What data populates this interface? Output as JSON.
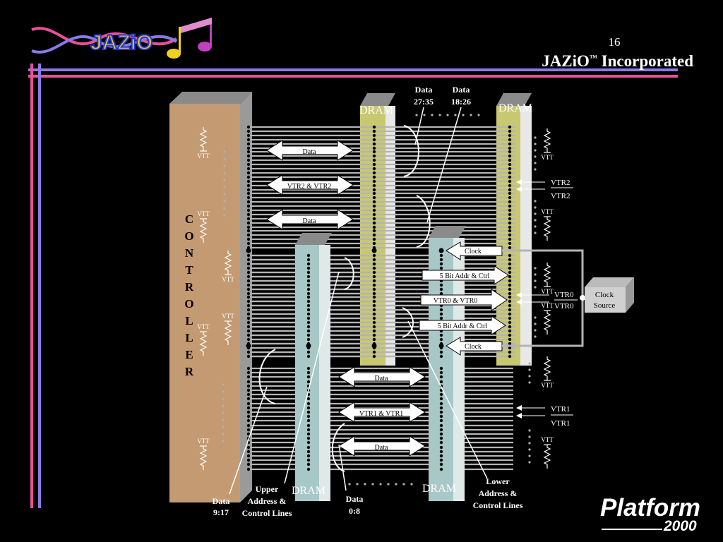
{
  "logo": {
    "text": "JAZiO"
  },
  "slide_number": "16",
  "company": {
    "name": "JAZiO",
    "tm": "™",
    "suffix": " Incorporated"
  },
  "platform": {
    "word": "Platform",
    "year": "2000"
  },
  "controller": {
    "letters": [
      "C",
      "O",
      "N",
      "T",
      "R",
      "O",
      "L",
      "L",
      "E",
      "R"
    ]
  },
  "dram": {
    "label": "DRAM"
  },
  "vtt": "VTT",
  "signals": {
    "data": "Data",
    "vtr2_pair": "VTR2 & VTR2",
    "vtr1_pair": "VTR1 & VTR1",
    "vtr0_pair": "VTR0 & VTR0",
    "clock": "Clock",
    "addr_ctrl": "5 Bit Addr & Ctrl"
  },
  "right_labels": {
    "vtr2": "VTR2",
    "vtr1": "VTR1",
    "vtr0": "VTR0"
  },
  "clock_source": {
    "line1": "Clock",
    "line2": "Source"
  },
  "callouts": {
    "data_27_35": {
      "line1": "Data",
      "line2": "27:35"
    },
    "data_18_26": {
      "line1": "Data",
      "line2": "18:26"
    },
    "data_9_17": {
      "line1": "Data",
      "line2": "9:17"
    },
    "data_0_8": {
      "line1": "Data",
      "line2": "0:8"
    },
    "upper": {
      "line1": "Upper",
      "line2": "Address &",
      "line3": "Control Lines"
    },
    "lower": {
      "line1": "Lower",
      "line2": "Address &",
      "line3": "Control Lines"
    }
  },
  "colors": {
    "background": "#000000",
    "controller": "#c49a72",
    "dram_upper": "#c8c870",
    "dram_lower": "#a8c8c8",
    "trace": "#b4b4b4",
    "rule_pink": "#e8509a",
    "rule_purple": "#8c78e8"
  }
}
